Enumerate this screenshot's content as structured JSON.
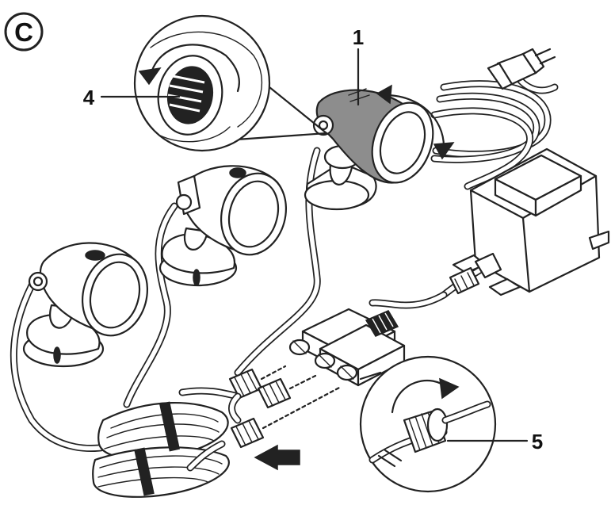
{
  "figure_letter": "C",
  "callouts": [
    {
      "id": "1",
      "text": "1"
    },
    {
      "id": "4",
      "text": "4"
    },
    {
      "id": "5",
      "text": "5"
    }
  ]
}
